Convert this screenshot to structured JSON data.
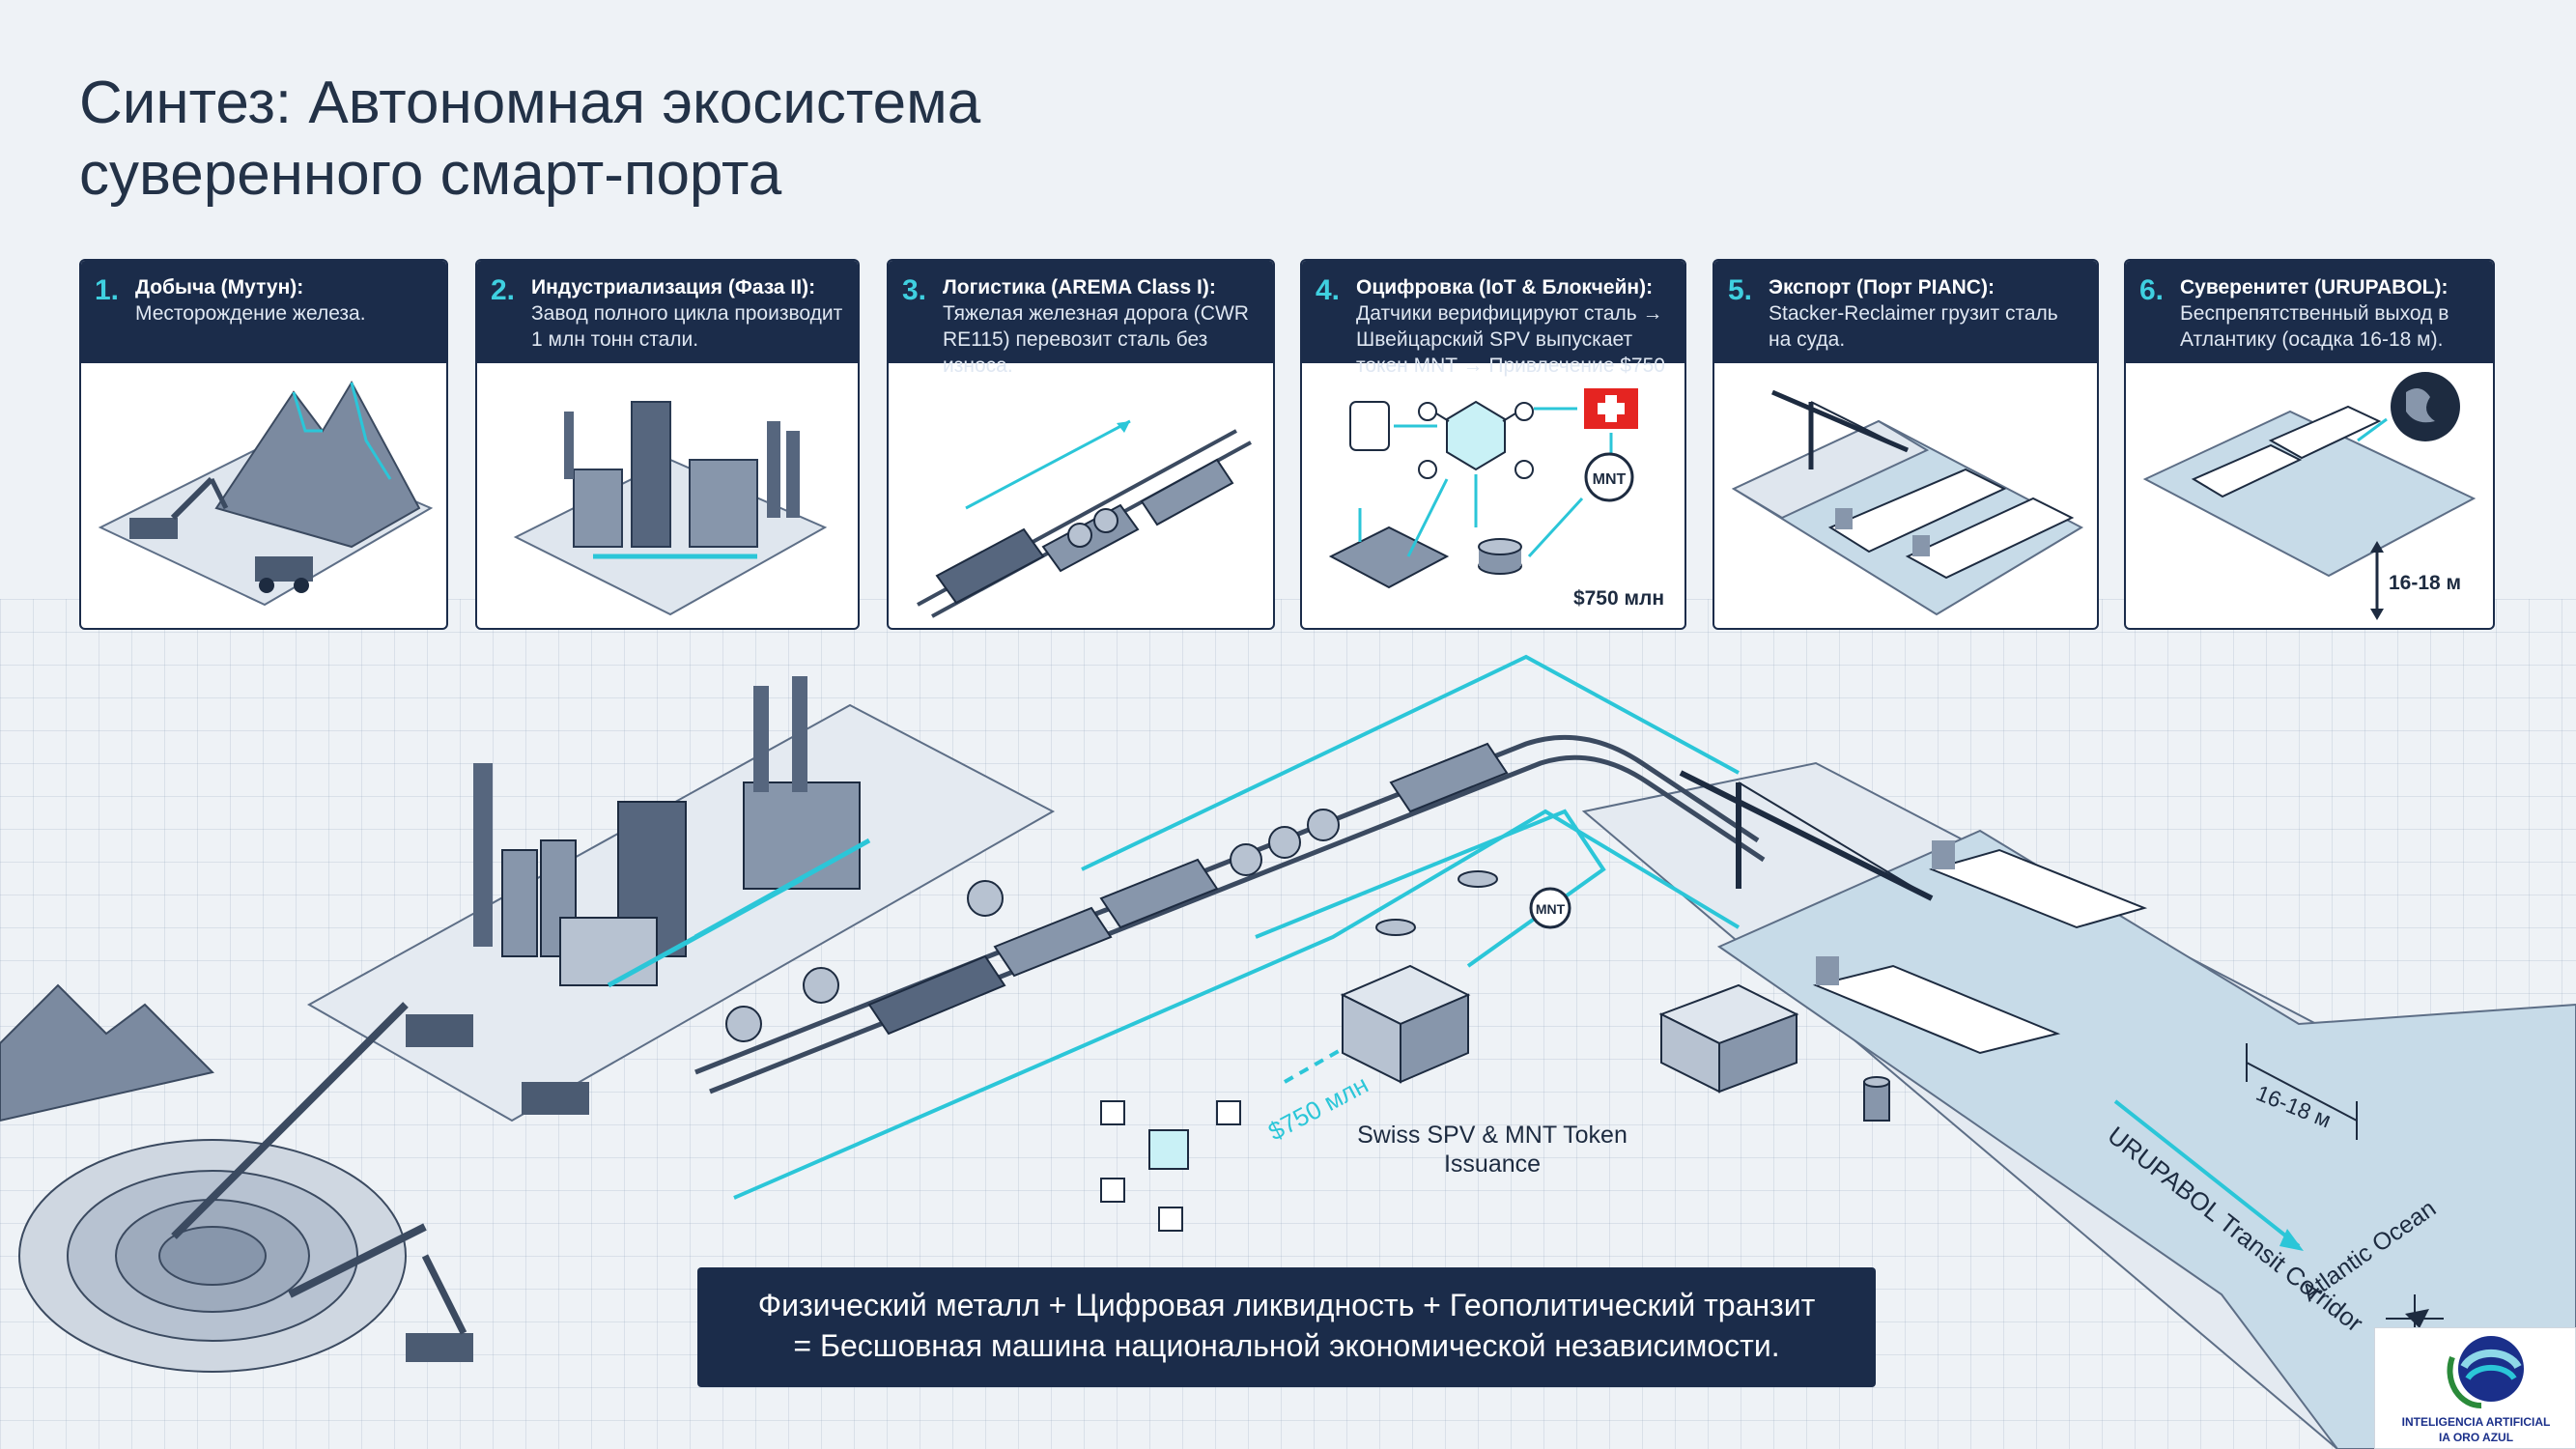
{
  "title": {
    "line1": "Синтез: Автономная экосистема",
    "line2": "суверенного смарт-порта"
  },
  "steps": [
    {
      "num": "1.",
      "title": "Добыча (Мутун):",
      "desc": "Месторождение железа."
    },
    {
      "num": "2.",
      "title": "Индустриализация (Фаза II):",
      "desc": "Завод полного цикла производит 1 млн тонн стали."
    },
    {
      "num": "3.",
      "title": "Логистика (AREMA Class I):",
      "desc": "Тяжелая железная дорога (CWR RE115) перевозит сталь без износа."
    },
    {
      "num": "4.",
      "title": "Оцифровка (IoT & Блокчейн):",
      "desc": "Датчики верифицируют сталь → Швейцарский SPV выпускает токен MNT → Привлечение $750"
    },
    {
      "num": "5.",
      "title": "Экспорт (Порт PIANC):",
      "desc": "Stacker-Reclaimer грузит сталь на суда."
    },
    {
      "num": "6.",
      "title": "Суверенитет (URUPABOL):",
      "desc": "Беспрепятственный выход в Атлантику (осадка 16-18 м)."
    }
  ],
  "card_labels": {
    "card4_amount": "$750 млн",
    "card4_token": "MNT",
    "card6_depth": "16-18 м"
  },
  "diagram": {
    "spv_label": "Swiss SPV & MNT Token Issuance",
    "amount_label": "$750 млн",
    "token_label": "MNT",
    "corridor_label": "URUPABOL Transit Corridor",
    "ocean_label": "Atlantic Ocean",
    "depth_label": "16-18 м"
  },
  "banner": {
    "line1": "Физический металл + Цифровая ликвидность + Геополитический транзит",
    "line2": "= Бесшовная машина национальной экономической независимости."
  },
  "logo": {
    "line1": "INTELIGENCIA ARTIFICIAL",
    "line2": "IA ORO AZUL"
  },
  "colors": {
    "navy": "#1b2c4a",
    "accent_cyan": "#2bc6d8",
    "background": "#eef2f6",
    "swiss_red": "#e52421"
  },
  "icons": [
    "mountain-icon",
    "excavator-icon",
    "factory-icon",
    "train-icon",
    "blockchain-icon",
    "swiss-flag-icon",
    "coin-stack-icon",
    "ship-icon",
    "crane-icon",
    "globe-icon",
    "compass-icon"
  ]
}
